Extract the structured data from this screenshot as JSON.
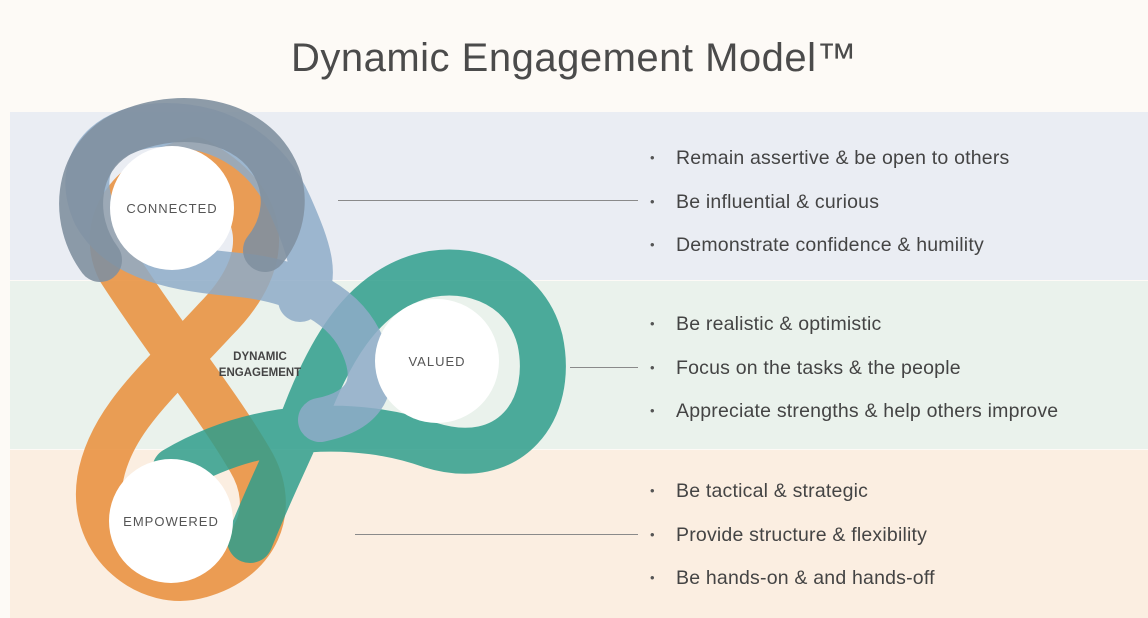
{
  "title": "Dynamic Engagement Model™",
  "center_label": [
    "DYNAMIC",
    "ENGAGEMENT"
  ],
  "loops": [
    {
      "label": "CONNECTED",
      "color": "#8190a0",
      "band_color": "#eaedf3",
      "bullets": [
        "Remain assertive & be open to others",
        "Be influential & curious",
        "Demonstrate confidence & humility"
      ]
    },
    {
      "label": "VALUED",
      "color": "#2f9e8c",
      "band_color": "#eaf2ec",
      "bullets": [
        "Be realistic & optimistic",
        "Focus on the tasks & the people",
        "Appreciate strengths & help others improve"
      ]
    },
    {
      "label": "EMPOWERED",
      "color": "#e8913f",
      "band_color": "#fbeee1",
      "bullets": [
        "Be tactical & strategic",
        "Provide structure & flexibility",
        "Be hands-on & and hands-off"
      ]
    }
  ]
}
